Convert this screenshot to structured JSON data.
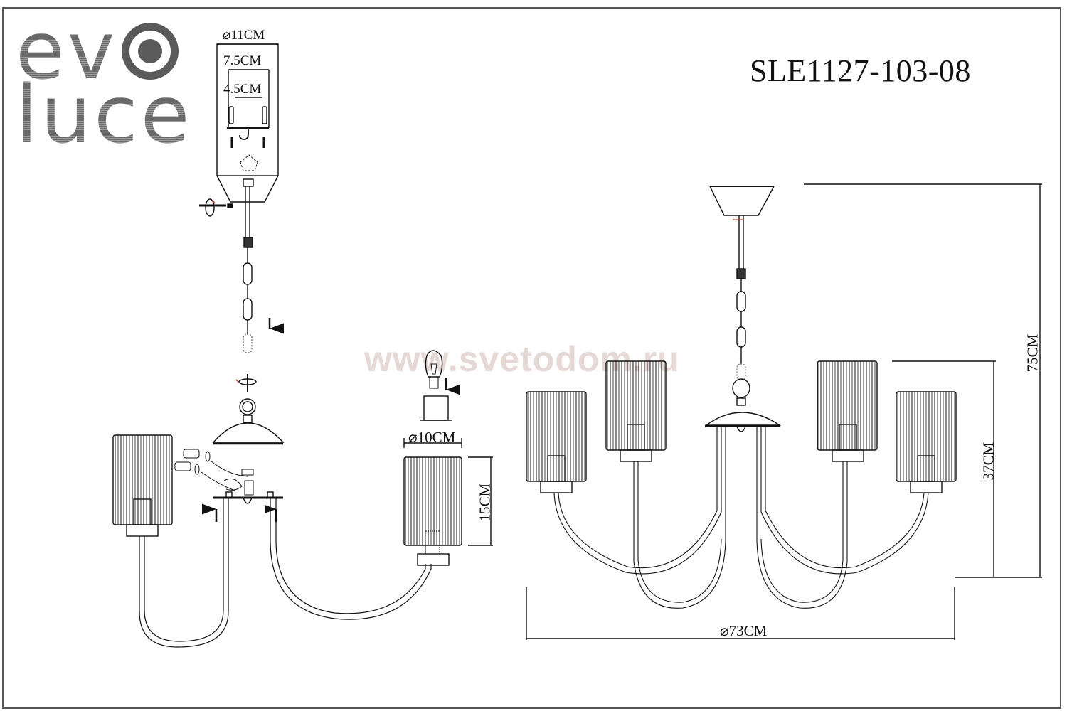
{
  "brand": {
    "logo_line1": "ev",
    "logo_line2": "luce",
    "logo_icon": "concentric-ring-icon",
    "logo_color": "#5a5a5a"
  },
  "document": {
    "model_number": "SLE1127-103-08",
    "watermark": "www.svetodom.ru",
    "watermark_color": "#e6d8d4",
    "line_color": "#111111"
  },
  "mounting_detail": {
    "canopy_diameter": "⌀11CM",
    "bracket_outer_width": "7.5CM",
    "bracket_inner_width": "4.5CM"
  },
  "assembly_detail": {
    "shade_diameter": "⌀10CM",
    "shade_height": "15CM"
  },
  "overall_dimensions": {
    "total_height": "75CM",
    "body_height": "37CM",
    "diameter": "⌀73CM",
    "arm_count": 4
  }
}
